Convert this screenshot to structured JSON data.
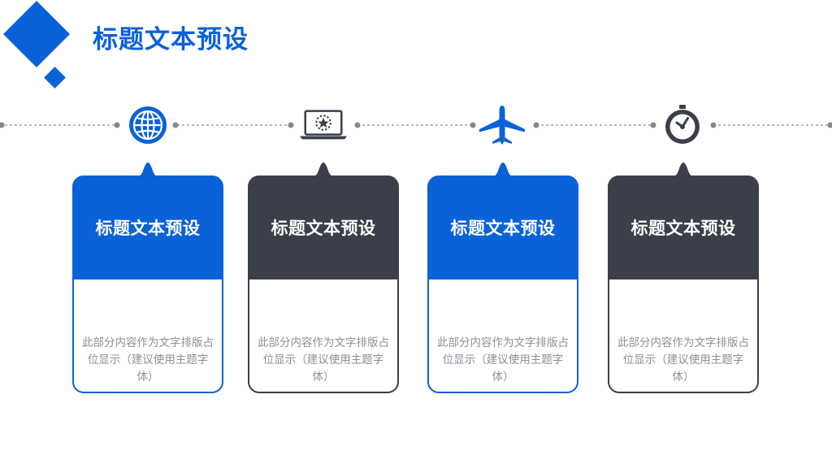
{
  "header": {
    "title": "标题文本预设"
  },
  "colors": {
    "accent": "#0a62d8",
    "dark": "#3a3f4a",
    "muted_text": "#8a8f98",
    "timeline": "#9aa4b2"
  },
  "cards": [
    {
      "icon": "globe-icon",
      "theme": "blue",
      "title": "标题文本预设",
      "body": "此部分内容作为文字排版占位显示（建议使用主题字体）"
    },
    {
      "icon": "laptop-icon",
      "theme": "dark",
      "title": "标题文本预设",
      "body": "此部分内容作为文字排版占位显示（建议使用主题字体）"
    },
    {
      "icon": "airplane-icon",
      "theme": "blue",
      "title": "标题文本预设",
      "body": "此部分内容作为文字排版占位显示（建议使用主题字体）"
    },
    {
      "icon": "clock-icon",
      "theme": "dark",
      "title": "标题文本预设",
      "body": "此部分内容作为文字排版占位显示（建议使用主题字体）"
    }
  ]
}
